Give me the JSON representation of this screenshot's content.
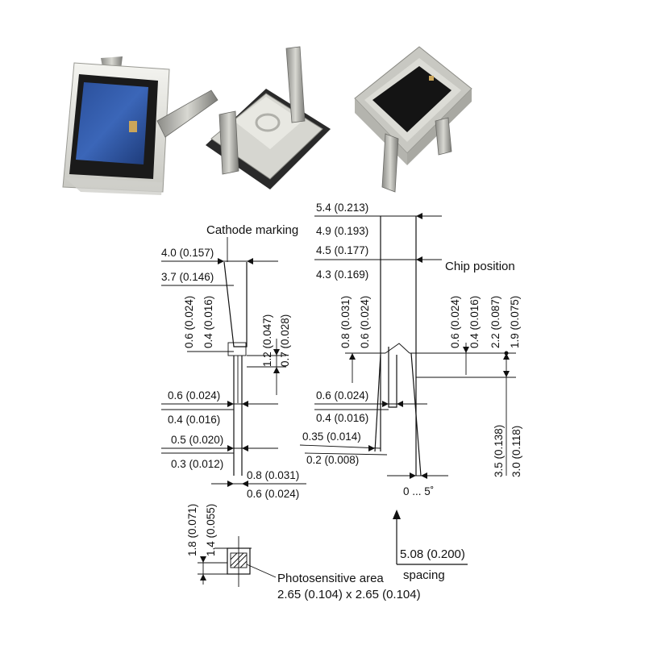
{
  "photos": [
    {
      "name": "photodiode-front-view"
    },
    {
      "name": "photodiode-back-view"
    },
    {
      "name": "photodiode-angled-view"
    }
  ],
  "drawing": {
    "side_view": {
      "cathode_marking": "Cathode marking",
      "dim_4_0": "4.0 (0.157)",
      "dim_3_7": "3.7 (0.146)",
      "dim_0_6_v": "0.6 (0.024)",
      "dim_0_4_v": "0.4 (0.016)",
      "dim_1_2": "1.2 (0.047)",
      "dim_0_7": "0.7 (0.028)",
      "dim_0_6_h": "0.6 (0.024)",
      "dim_0_4_h": "0.4 (0.016)",
      "dim_0_5": "0.5 (0.020)",
      "dim_0_3": "0.3 (0.012)",
      "dim_0_8": "0.8 (0.031)",
      "dim_0_6_b": "0.6 (0.024)"
    },
    "front_view": {
      "dim_5_4": "5.4 (0.213)",
      "dim_4_9": "4.9 (0.193)",
      "dim_4_5": "4.5 (0.177)",
      "dim_4_3": "4.3 (0.169)",
      "chip_position": "Chip position",
      "dim_0_8_v": "0.8 (0.031)",
      "dim_0_6_v": "0.6 (0.024)",
      "dim_0_6_r": "0.6 (0.024)",
      "dim_0_4_r": "0.4 (0.016)",
      "dim_2_2": "2.2 (0.087)",
      "dim_1_9": "1.9 (0.075)",
      "dim_0_6_h": "0.6 (0.024)",
      "dim_0_4_h": "0.4 (0.016)",
      "dim_0_35": "0.35 (0.014)",
      "dim_0_2": "0.2 (0.008)",
      "dim_3_5": "3.5 (0.138)",
      "dim_3_0": "3.0 (0.118)",
      "angle": "0 ... 5˚"
    },
    "top_view": {
      "dim_1_8": "1.8 (0.071)",
      "dim_1_4": "1.4 (0.055)",
      "photosensitive_area": "Photosensitive area",
      "area_size": "2.65 (0.104) x 2.65 (0.104)"
    },
    "spacing": {
      "value": "5.08 (0.200)",
      "label": "spacing"
    }
  }
}
